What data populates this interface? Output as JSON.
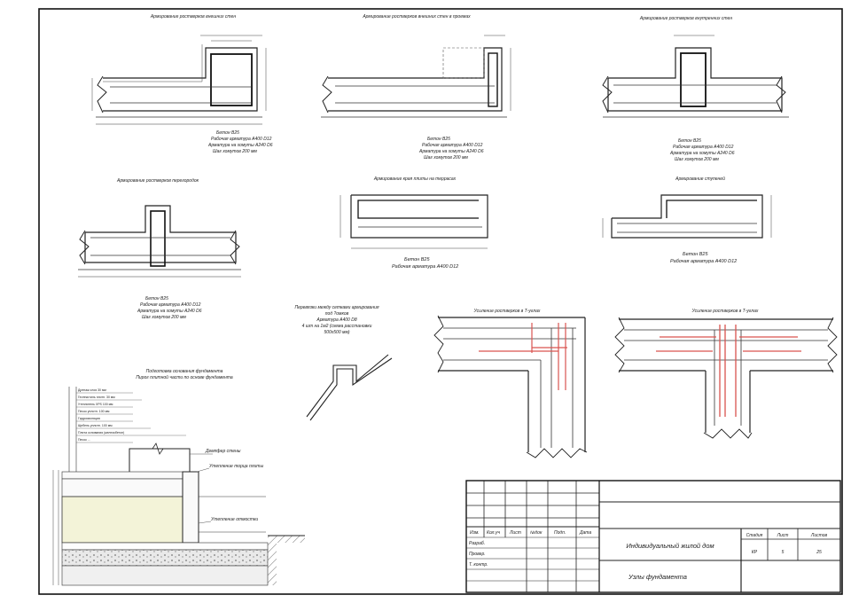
{
  "drawing": {
    "views": [
      {
        "id": "v1",
        "title": "Армирование ростверков внешних стен",
        "notes": [
          "Бетон В25",
          "Рабочая арматура А400 D12",
          "Арматура на хомуты А240 D6",
          "Шаг хомутов 200 мм"
        ]
      },
      {
        "id": "v2",
        "title": "Армирование ростверков внешних стен в проемах",
        "notes": [
          "Бетон В25",
          "Рабочая арматура А400 D12",
          "Арматура на хомуты А240 D6",
          "Шаг хомутов 200 мм"
        ]
      },
      {
        "id": "v3",
        "title": "Армирование ростверков внутренних стен",
        "notes": [
          "Бетон В25",
          "Рабочая арматура А400 D12",
          "Арматура на хомуты А240 D6",
          "Шаг хомутов 200 мм"
        ]
      },
      {
        "id": "v4",
        "title": "Армирование ростверков перегородок",
        "notes": [
          "Бетон В25",
          "Рабочая арматура А400 D12",
          "Арматура на хомуты А240 D6",
          "Шаг хомутов 200 мм"
        ]
      },
      {
        "id": "v5",
        "title": "Армирование края плиты на террасах",
        "notes": [
          "Бетон В25",
          "Рабочая арматура А400 D12"
        ]
      },
      {
        "id": "v6",
        "title": "Армирование ступеней",
        "notes": [
          "Бетон В25",
          "Рабочая арматура А400 D12"
        ]
      }
    ],
    "connector_note": [
      "Перевязки между сетками армирования",
      "под ?омков",
      "Арматура А400 D8",
      "4 шт на 1м2 (схема расстановки",
      "500х500 мм)"
    ],
    "t_corner_title": "Усиление ростверков в Т-углах",
    "t_joint_title": "Усиление ростверков в Т-углах",
    "foundation_title": [
      "Подготовка основания фундамента",
      "Пирог плитной части по основе фундамента"
    ],
    "layers": [
      "Дренаж слоя 30 мм",
      "Геотекстиль плотн. 30 мм",
      "Утеплитель XPS 100 мм",
      "Песок уплотн. 100 мм",
      "Гидроизоляция",
      "Щебень уплотн. 100 мм",
      "Плита основания (железобетон)",
      "Песок ..."
    ],
    "callouts": [
      "Демпфер стены",
      "Утепление торца плиты",
      "Утепление отмостки"
    ],
    "title_block": {
      "header_cols": [
        "Изм.",
        "Кол.уч",
        "Лист",
        "№док",
        "Подп.",
        "Дата"
      ],
      "roles": [
        "Разраб.",
        "Провер.",
        "Т. контр."
      ],
      "project": "Индивидуальный жилой дом",
      "sheet_title": "Узлы фундамента",
      "stage_head": "Стадия",
      "sheet_head": "Лист",
      "sheets_head": "Листов",
      "stage": "КР",
      "sheet": "5",
      "sheets": "25"
    }
  }
}
